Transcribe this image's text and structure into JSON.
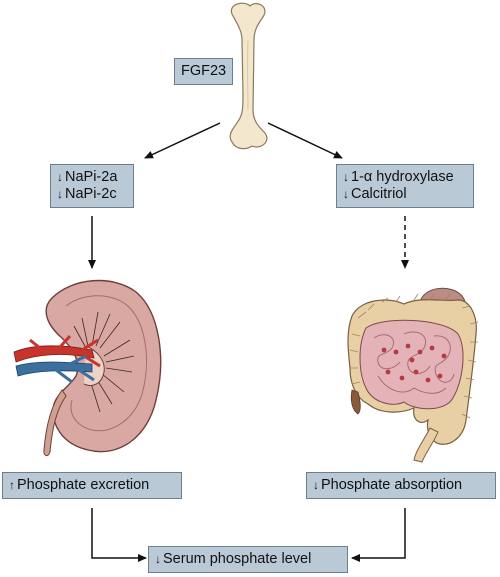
{
  "diagram": {
    "hormone": "FGF23",
    "left_box": {
      "lines": [
        {
          "arrow": "↓",
          "text": "NaPi-2a"
        },
        {
          "arrow": "↓",
          "text": "NaPi-2c"
        }
      ]
    },
    "right_box": {
      "lines": [
        {
          "arrow": "↓",
          "text": "1-α hydroxylase"
        },
        {
          "arrow": "↓",
          "text": "Calcitriol"
        }
      ]
    },
    "left_outcome": {
      "arrow": "↑",
      "text": "Phosphate excretion"
    },
    "right_outcome": {
      "arrow": "↓",
      "text": "Phosphate absorption"
    },
    "final_outcome": {
      "arrow": "↓",
      "text": "Serum phosphate level"
    }
  },
  "colors": {
    "box_fill": "#b9c9d6",
    "box_border": "#6b7f91",
    "bone": "#f3e7cd",
    "kidney": "#d9a8a3",
    "intestine": "#e9cfa4",
    "artery": "#c8332b",
    "vein": "#3a6f9e"
  }
}
